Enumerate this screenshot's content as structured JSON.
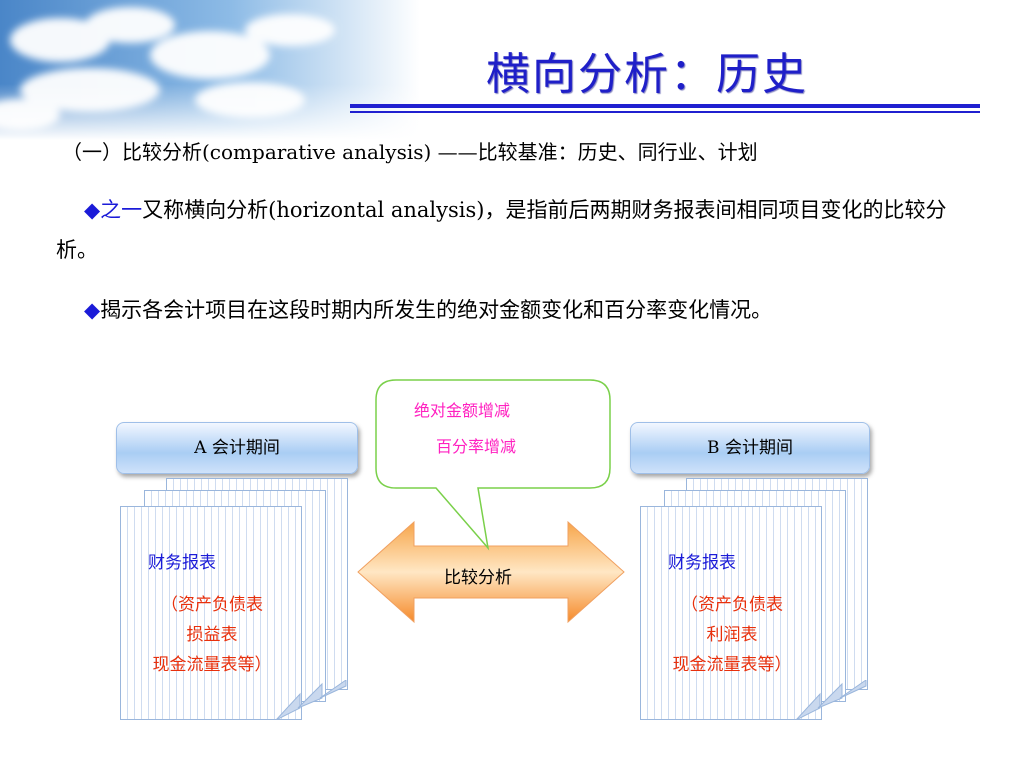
{
  "slide": {
    "title": "横向分析：历史",
    "line1": {
      "prefix": "（一）比较分析",
      "english": "(comparative analysis) ——",
      "suffix": "比较基准：历史、同行业、计划"
    },
    "para1": {
      "bullet": "◆",
      "label": "之一",
      "text": "又称横向分析(horizontal analysis)，是指前后两期财务报表间相同项目变化的比较分析。"
    },
    "para2": {
      "bullet": "◆",
      "text": "揭示各会计项目在这段时期内所发生的绝对金额变化和百分率变化情况。"
    }
  },
  "diagram": {
    "period_a": "A 会计期间",
    "period_b": "B 会计期间",
    "arrow_label": "比较分析",
    "callout": [
      "绝对金额增减",
      "百分率增减"
    ],
    "doc_a": {
      "title": "财务报表",
      "lines": [
        "（资产负债表",
        "损益表",
        "现金流量表等）"
      ]
    },
    "doc_b": {
      "title": "财务报表",
      "lines": [
        "（资产负债表",
        "利润表",
        "现金流量表等）"
      ]
    }
  },
  "colors": {
    "title": "#1f1fc8",
    "blue_text": "#1b1bd8",
    "red_text": "#e8300c",
    "callout_text": "#ff20c0",
    "arrow": "#f58a2a"
  }
}
